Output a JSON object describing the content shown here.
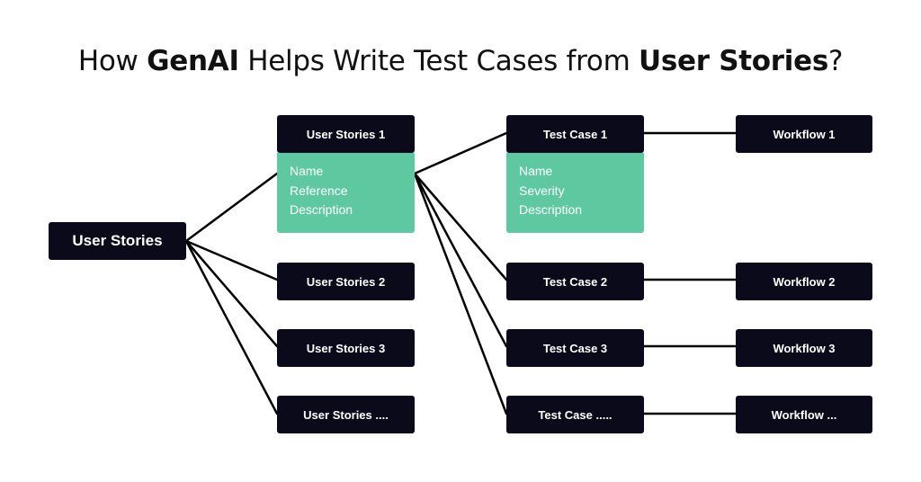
{
  "title": {
    "pre1": "How ",
    "bold1": "GenAI",
    "mid": " Helps Write Test Cases from ",
    "bold2": "User Stories",
    "post": "?"
  },
  "root": {
    "label": "User Stories"
  },
  "user_stories": [
    {
      "label": "User Stories 1",
      "fields": [
        "Name",
        "Reference",
        "Description"
      ]
    },
    {
      "label": "User Stories 2"
    },
    {
      "label": "User Stories 3"
    },
    {
      "label": "User Stories ...."
    }
  ],
  "test_cases": [
    {
      "label": "Test Case 1",
      "fields": [
        "Name",
        "Severity",
        "Description"
      ]
    },
    {
      "label": "Test Case 2"
    },
    {
      "label": "Test Case 3"
    },
    {
      "label": "Test Case ....."
    }
  ],
  "workflows": [
    {
      "label": "Workflow 1"
    },
    {
      "label": "Workflow 2"
    },
    {
      "label": "Workflow 3"
    },
    {
      "label": "Workflow ..."
    }
  ],
  "colors": {
    "box": "#0a0a1a",
    "panel": "#5ec8a0",
    "line": "#000000"
  }
}
